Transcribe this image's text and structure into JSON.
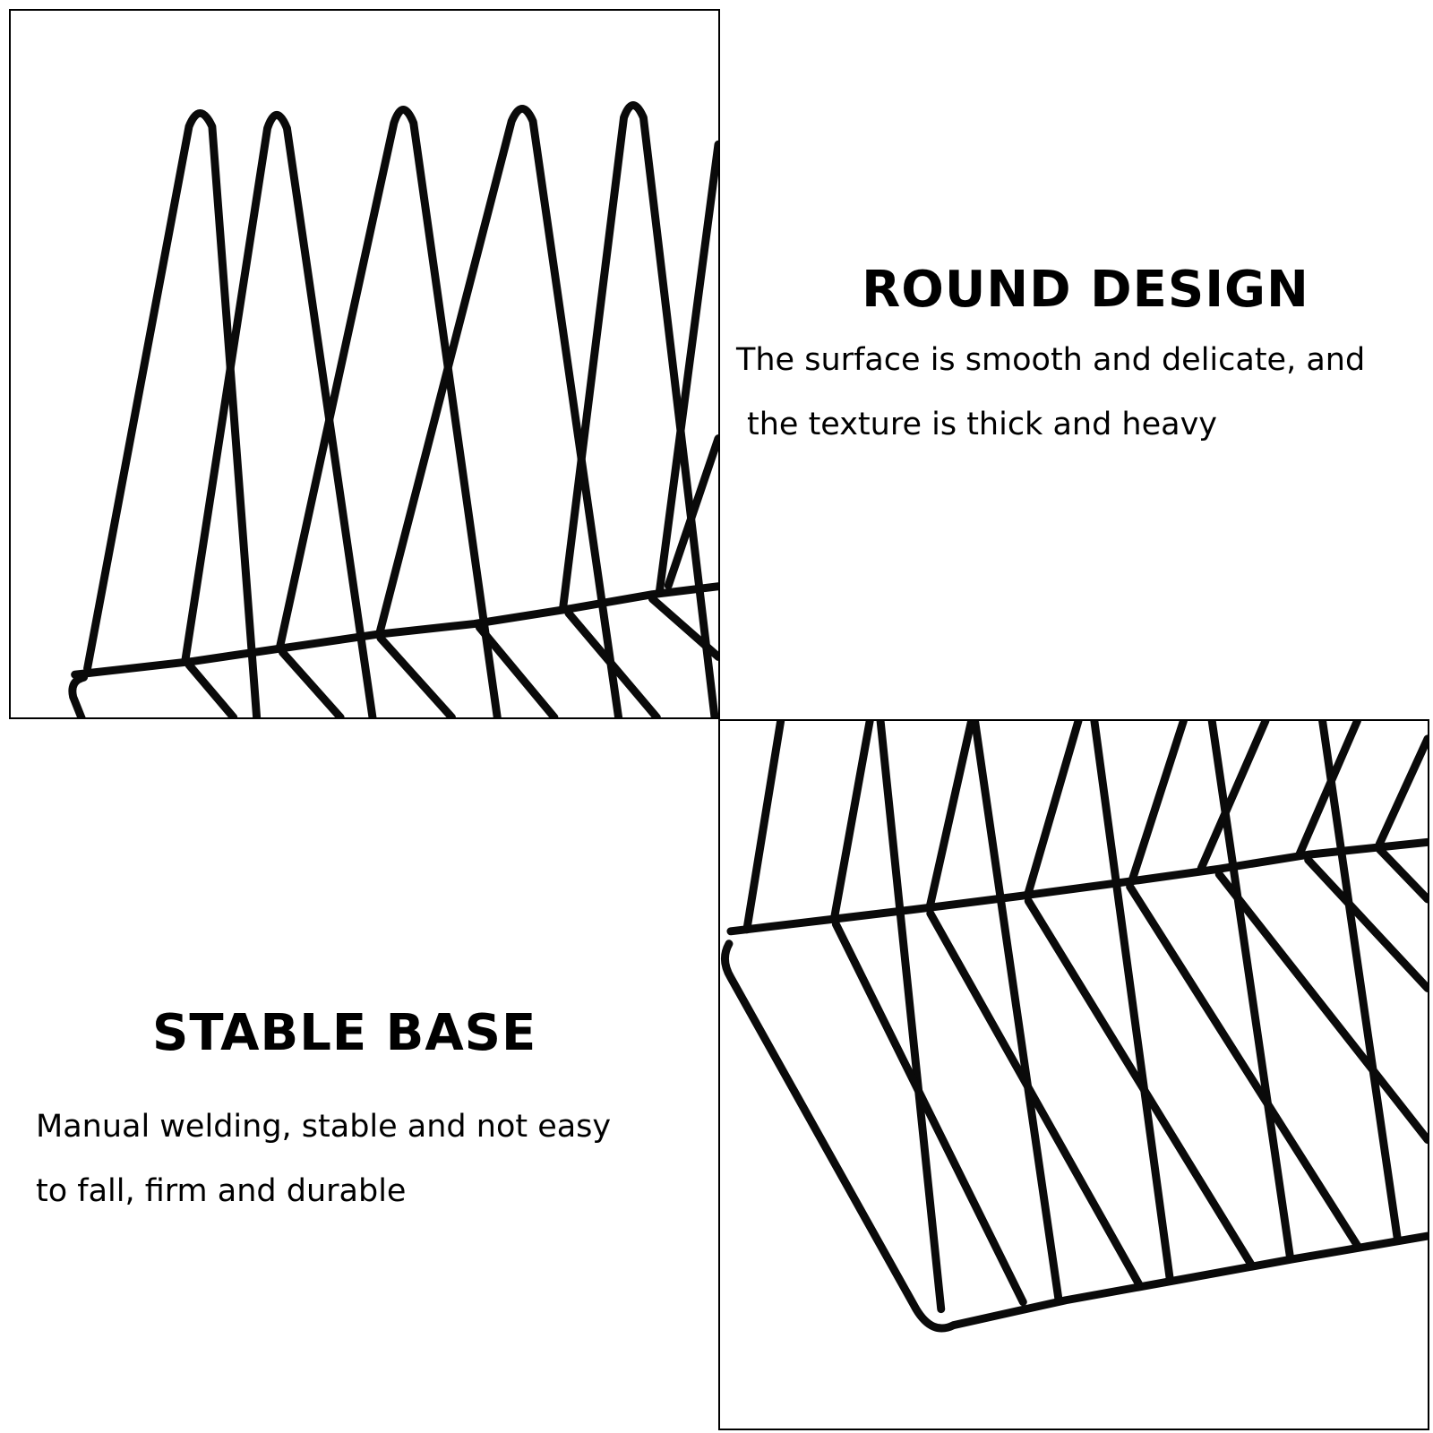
{
  "features": [
    {
      "heading": "ROUND DESIGN",
      "description_lines": [
        "The surface is smooth and delicate, and",
        "the texture is thick and heavy"
      ]
    },
    {
      "heading": "STABLE BASE",
      "description_lines": [
        "Manual welding, stable and not easy",
        "to fall, firm and durable"
      ]
    }
  ],
  "colors": {
    "wire": "#0a0a0a",
    "border": "#000000",
    "background": "#ffffff",
    "text": "#000000"
  },
  "images": [
    "wire-rack-closeup-top",
    "wire-rack-closeup-base"
  ]
}
